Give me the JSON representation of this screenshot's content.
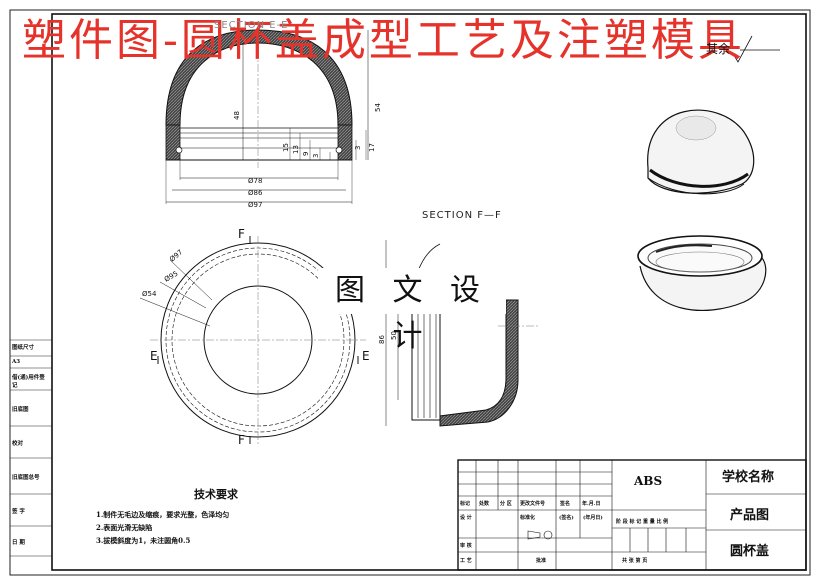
{
  "title_banner": "塑件图-圆杯盖成型工艺及注塑模具",
  "watermark": "图 文 设 计",
  "roughness_note": "其余",
  "views": {
    "section_ee_label": "SECTION E-E",
    "section_ff_label": "SECTION F—F",
    "section_markers": [
      "F",
      "F",
      "E",
      "E"
    ],
    "dims_top": [
      "Ø78",
      "Ø86",
      "Ø97",
      "48",
      "54",
      "15",
      "13",
      "9",
      "3",
      "3",
      "17"
    ],
    "dims_plan": [
      "Ø97",
      "Ø95",
      "Ø54"
    ],
    "dims_side": [
      "86",
      "50"
    ]
  },
  "tech_requirements": {
    "heading": "技术要求",
    "items": [
      "1.制件无毛边及缩痕，要求光整，色泽均匀",
      "2.表面光滑无缺陷",
      "3.拔模斜度为1，未注圆角0.5"
    ]
  },
  "left_strip": [
    "图纸尺寸",
    "A3",
    "借(通)用件登记",
    "旧底图",
    "校对",
    "旧底图总号",
    "签 字",
    "日 期"
  ],
  "title_block": {
    "material": "ABS",
    "school": "学校名称",
    "drawing_type": "产品图",
    "part_name": "圆杯盖",
    "header_cells": [
      "标记",
      "处数",
      "分 区",
      "更改文件号",
      "签名",
      "年.月.日"
    ],
    "row_labels": [
      "设 计",
      "审 核",
      "工 艺"
    ],
    "standardization": "标准化",
    "signature": "(签名)",
    "date": "(年月日)",
    "approve": "批准",
    "stage_header": "阶 段 标 记   重 量   比 例",
    "sheets": "共   张   第   页"
  }
}
